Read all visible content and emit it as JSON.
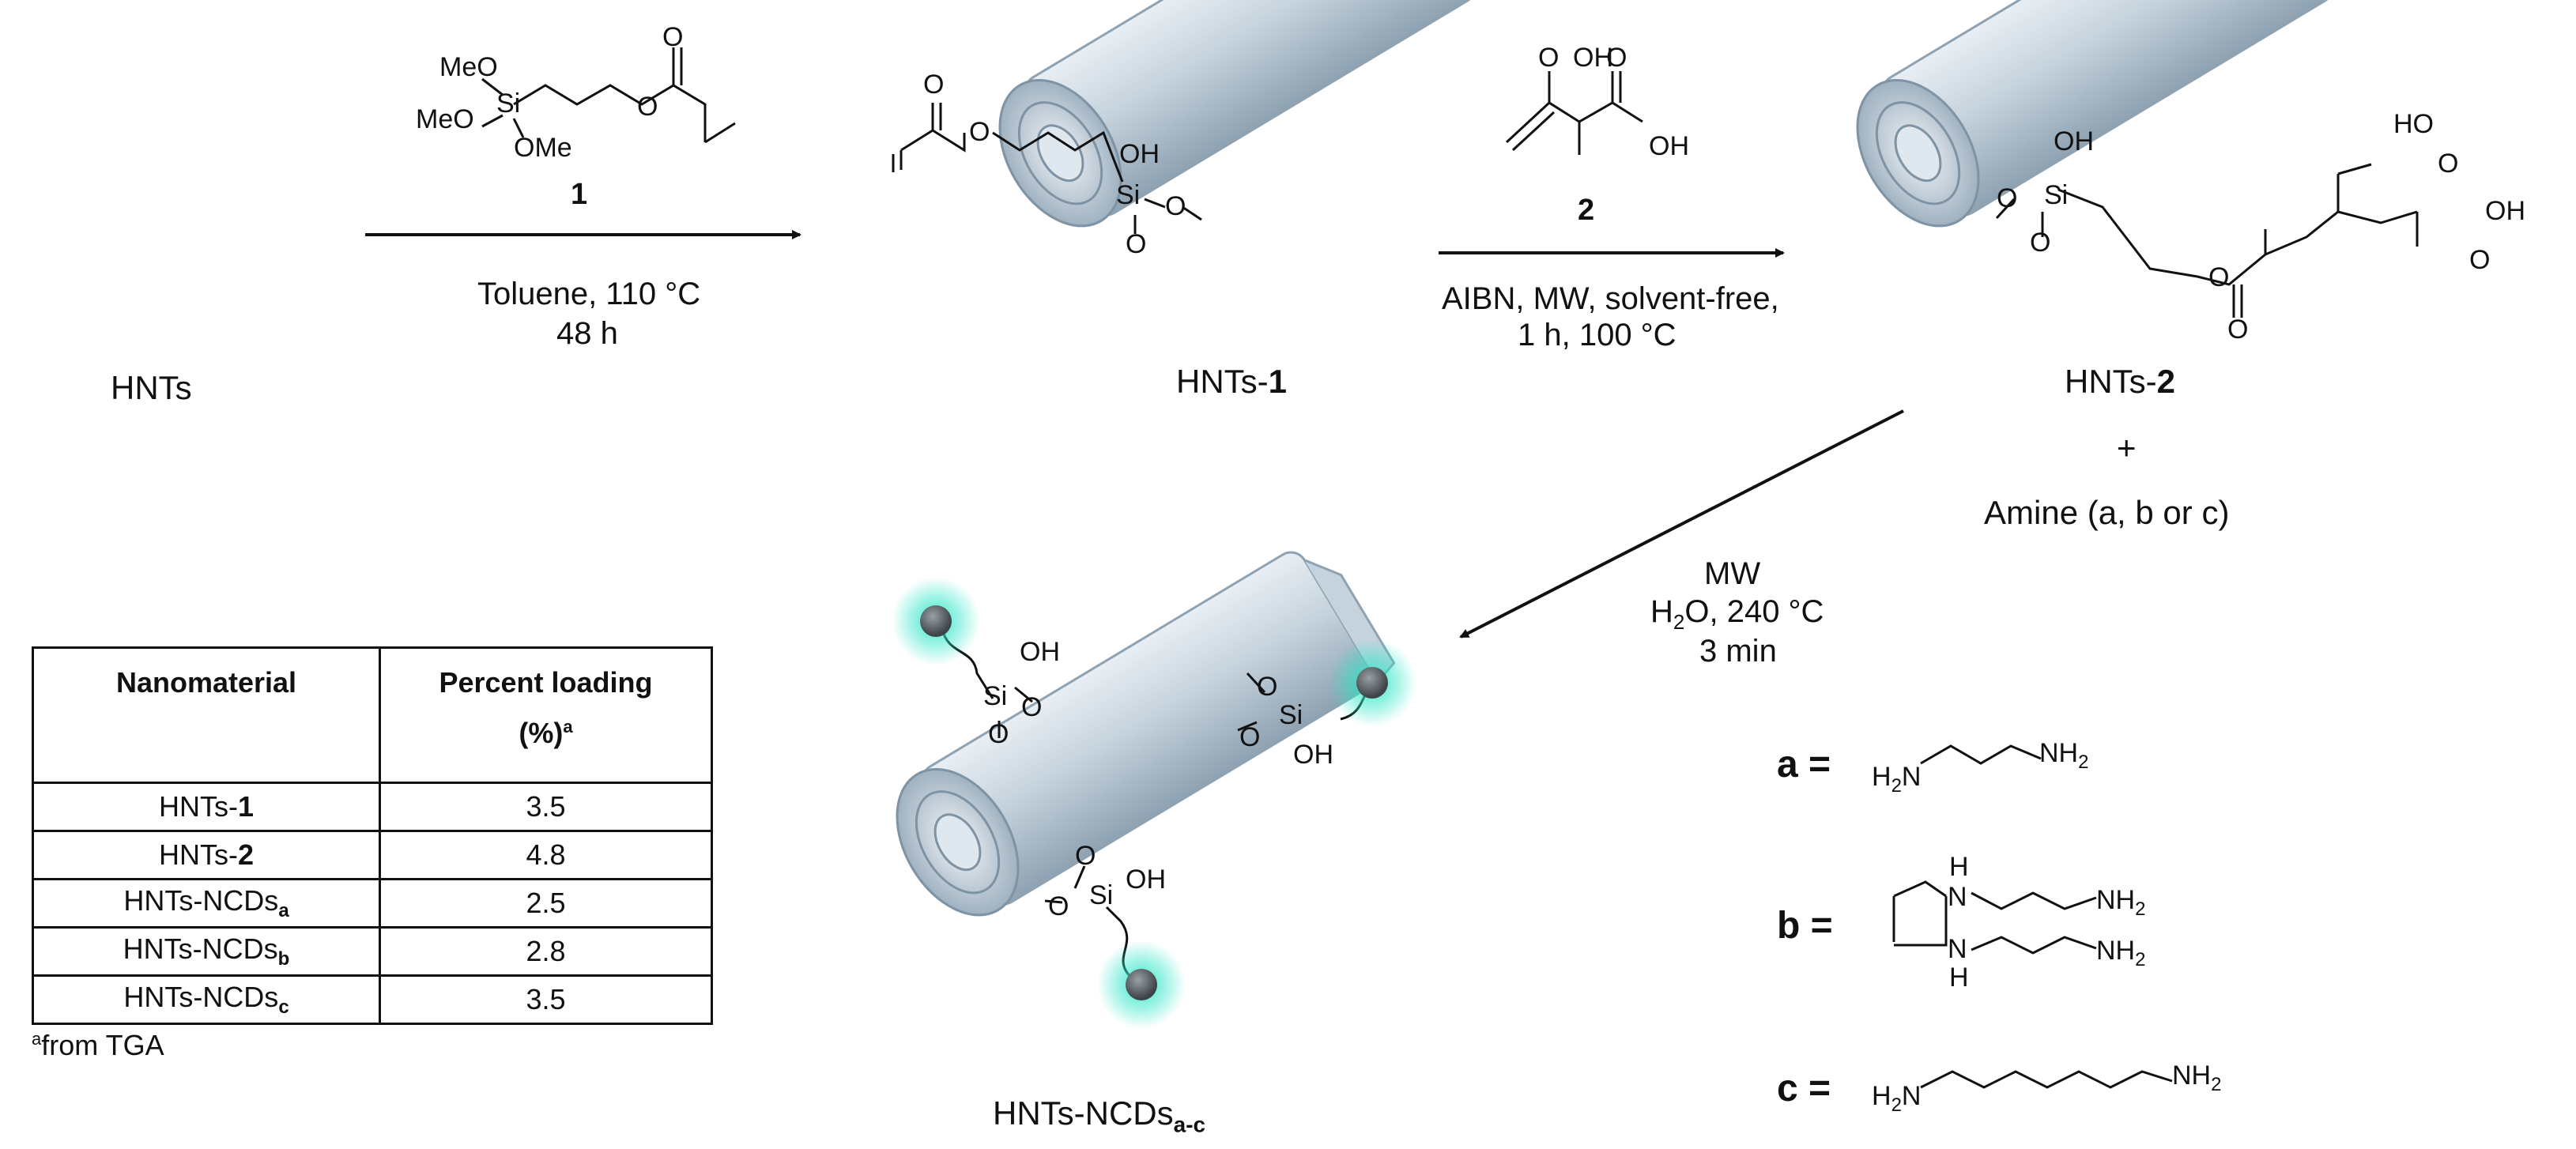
{
  "labels": {
    "hnts": "HNTs",
    "hnts1_prefix": "HNTs-",
    "hnts1_num": "1",
    "hnts2_prefix": "HNTs-",
    "hnts2_num": "2",
    "plus": "+",
    "amine": "Amine (a, b or c)",
    "ncds_prefix": "HNTs-NCDs",
    "ncds_sub": "a-c"
  },
  "reagents": {
    "compound1_label": "1",
    "step1_line1": "Toluene, 110 °C",
    "step1_line2": "48 h",
    "compound2_label": "2",
    "step2_line1": "AIBN, MW, solvent-free,",
    "step2_line2": "1 h, 100 °C",
    "step3_line1": "MW",
    "step3_line2_prefix": "H",
    "step3_line2_sub": "2",
    "step3_line2_suffix": "O, 240 °C",
    "step3_line3": "3 min"
  },
  "molecules": {
    "meo1": "MeO",
    "meo2": "MeO",
    "ome": "OMe",
    "si": "Si",
    "o": "O",
    "oh": "OH",
    "ho": "HO",
    "h": "H",
    "n": "N",
    "nh2": "NH",
    "h2n": "H",
    "two": "2"
  },
  "amines": {
    "a_label": "a",
    "b_label": "b",
    "c_label": "c",
    "eq": "="
  },
  "table": {
    "col1": "Nanomaterial",
    "col2_line1": "Percent loading",
    "col2_line2": "(%)",
    "col2_sup": "a",
    "rows": [
      {
        "name": "HNTs-",
        "bold": "1",
        "sub": "",
        "value": "3.5"
      },
      {
        "name": "HNTs-",
        "bold": "2",
        "sub": "",
        "value": "4.8"
      },
      {
        "name": "HNTs-NCDs",
        "bold": "",
        "sub": "a",
        "value": "2.5"
      },
      {
        "name": "HNTs-NCDs",
        "bold": "",
        "sub": "b",
        "value": "2.8"
      },
      {
        "name": "HNTs-NCDs",
        "bold": "",
        "sub": "c",
        "value": "3.5"
      }
    ],
    "footnote_sup": "a",
    "footnote": "from TGA"
  },
  "colors": {
    "tube_light": "#dfe8ef",
    "tube_mid": "#aebfcc",
    "tube_dark": "#7e93a4",
    "dot_glow": "#2ee6c8",
    "dot_core": "#555a5e"
  }
}
